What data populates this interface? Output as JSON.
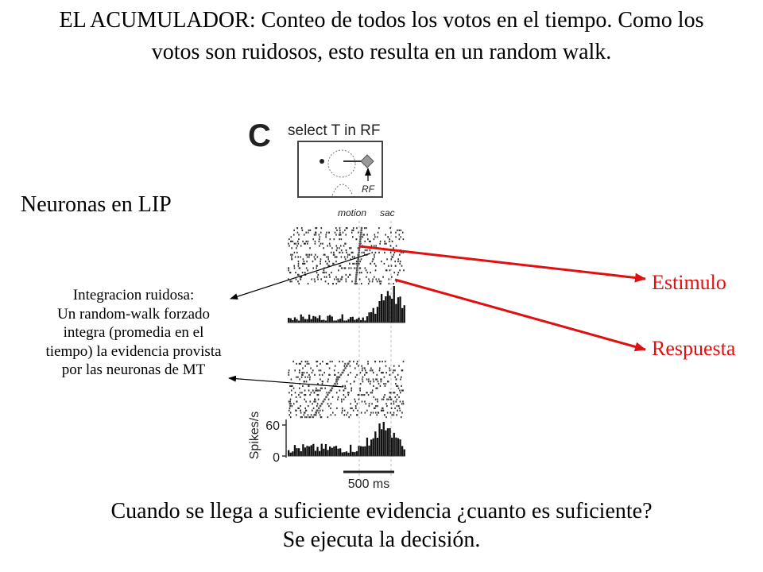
{
  "slide": {
    "title": "EL ACUMULADOR: Conteo de todos los votos en el tiempo. Como los votos son ruidosos, esto resulta en un random walk.",
    "region_label": "Neuronas en LIP",
    "annotation_lines": [
      "Integracion ruidosa:",
      "Un random-walk forzado",
      "integra (promedia en el",
      "tiempo) la evidencia provista",
      "por las neuronas de MT"
    ],
    "stimulus_label": "Estimulo",
    "response_label": "Respuesta",
    "footer_lines": [
      "Cuando se llega a suficiente evidencia ¿cuanto es suficiente?",
      "Se ejecuta la decisión."
    ],
    "label_color": "#e01010"
  },
  "figure": {
    "panel_letter": "C",
    "panel_title": "select T in RF",
    "rf_label": "RF",
    "motion_label": "motion",
    "sac_label": "sac",
    "y_axis_label": "Spikes/s",
    "y_ticks": [
      "60",
      "0"
    ],
    "scale_bar_label": "500 ms"
  }
}
